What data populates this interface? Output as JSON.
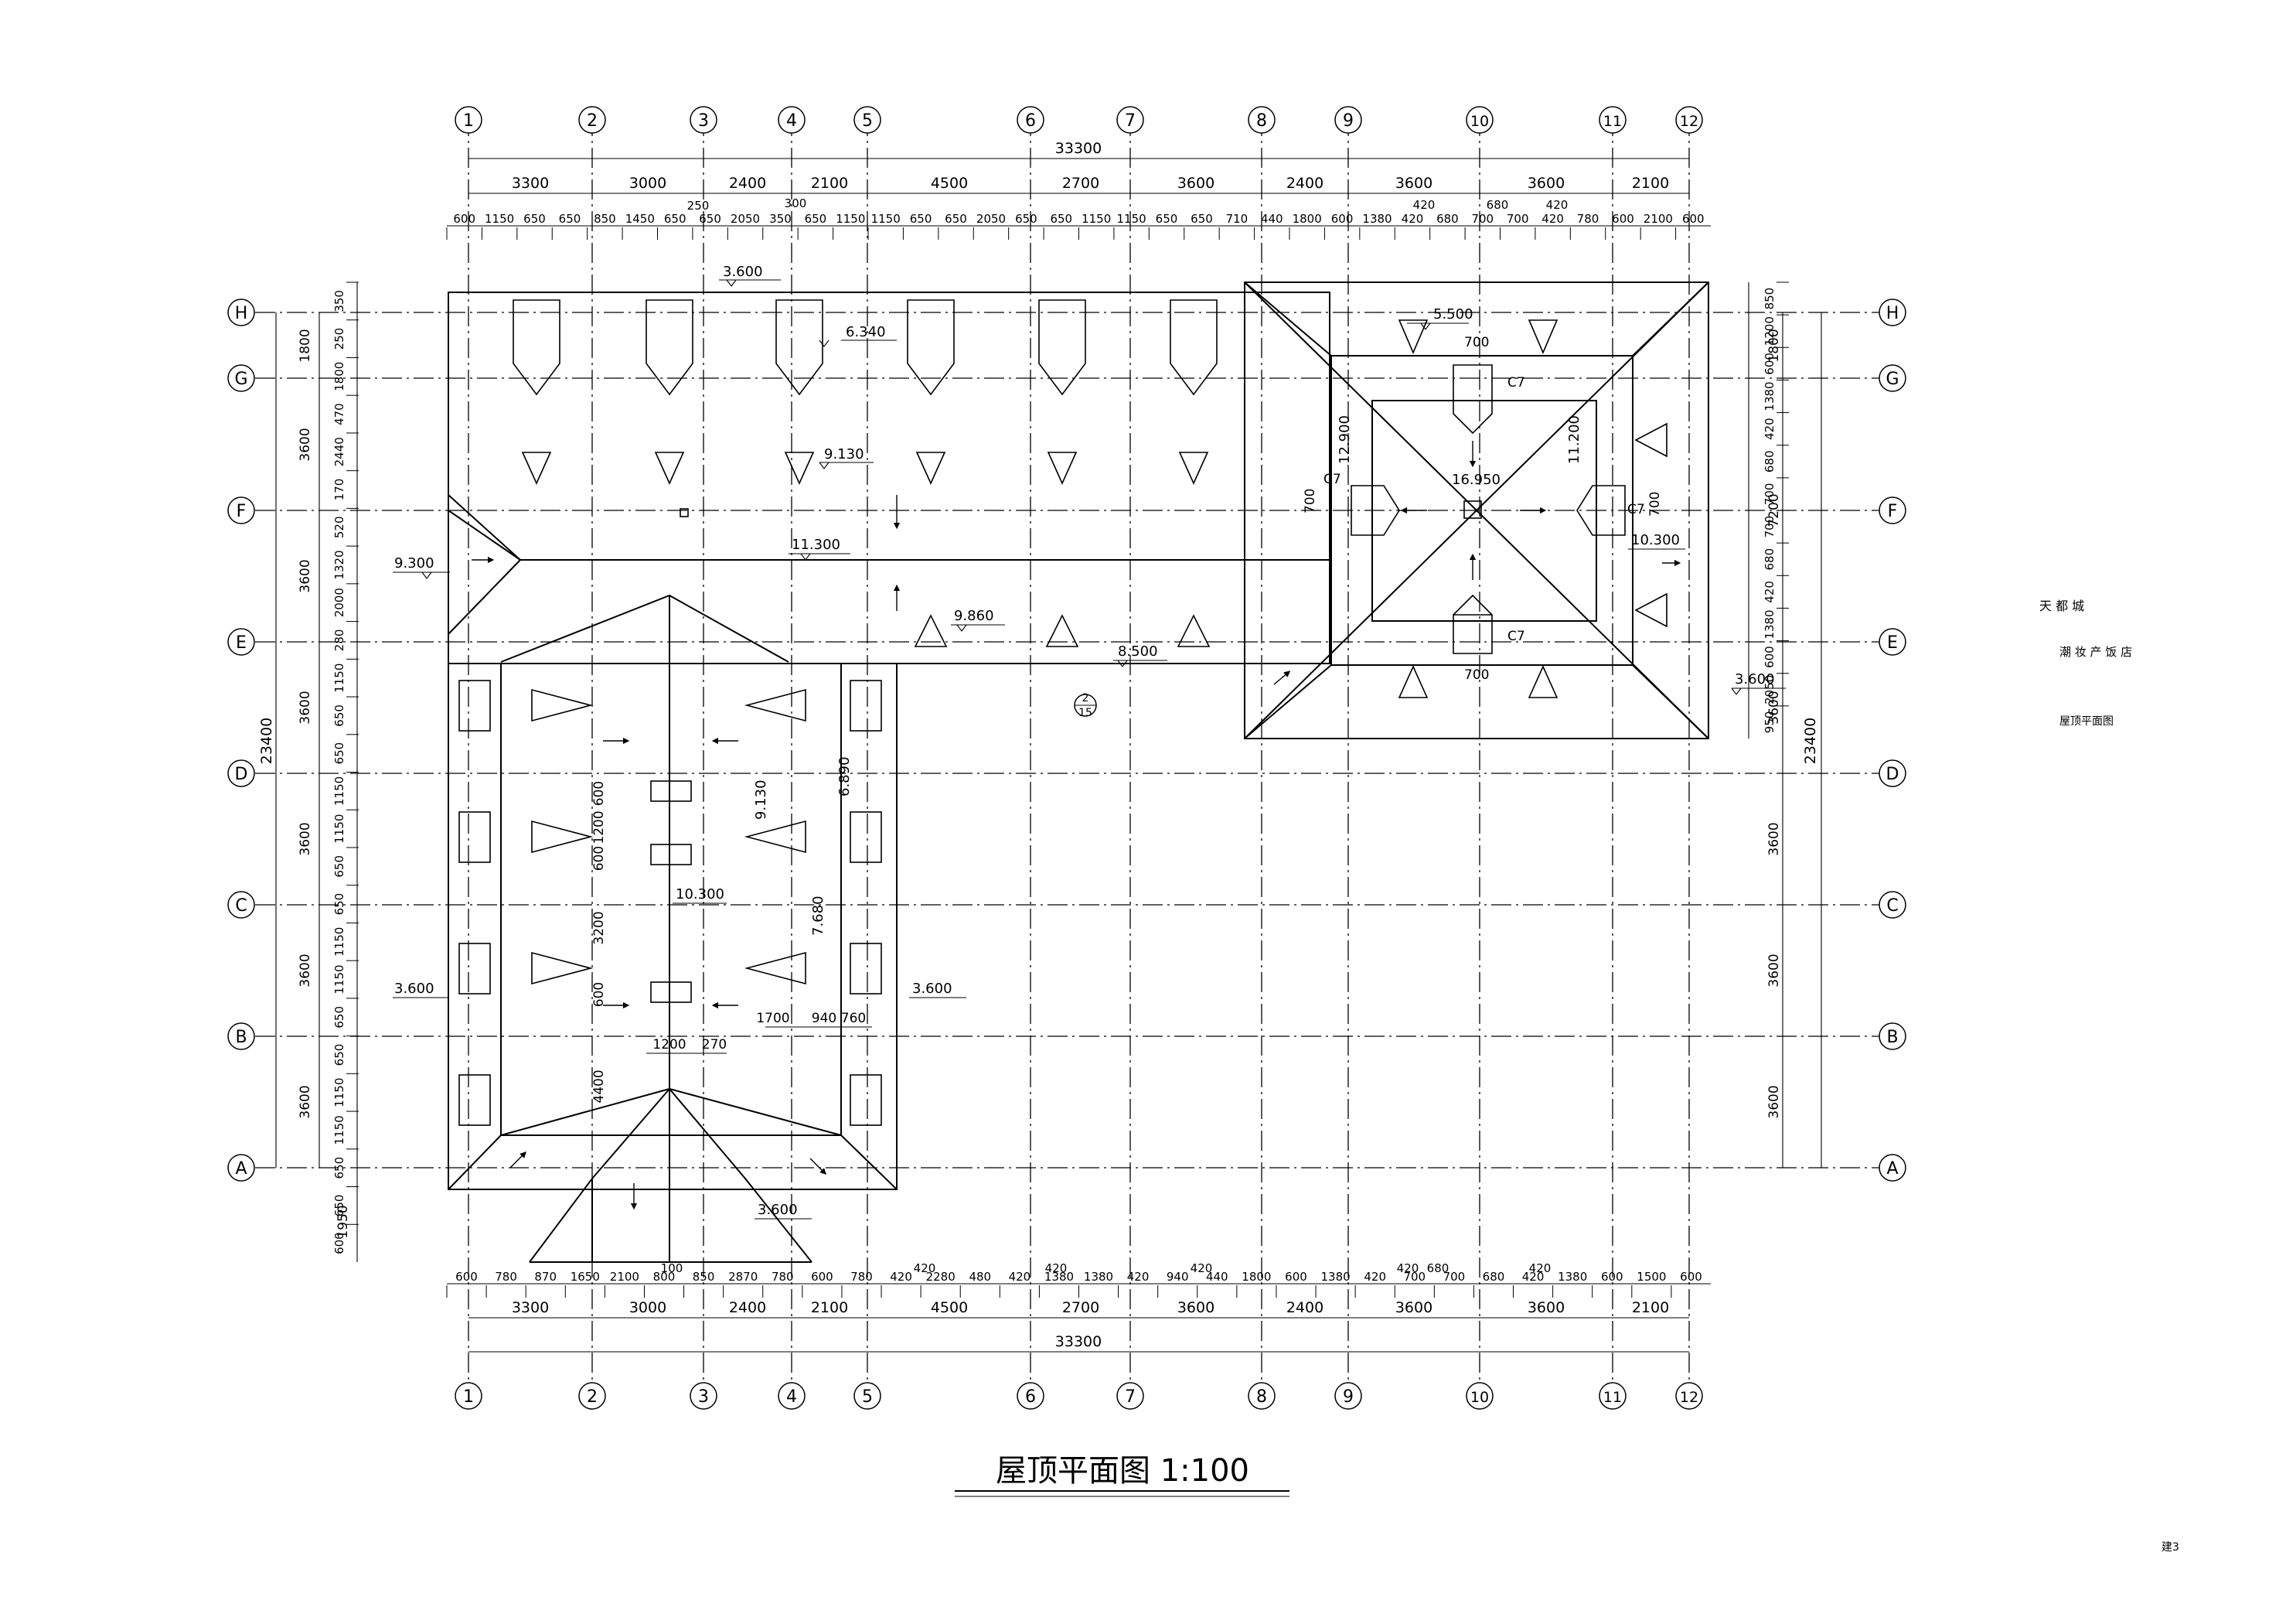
{
  "title": {
    "text": "屋顶平面图 1:100"
  },
  "sheet_no": "建3",
  "side_notes": [
    "天 都 城",
    "潮 妆 产 饭 店",
    "屋顶平面图"
  ],
  "axes": {
    "x": [
      "1",
      "2",
      "3",
      "4",
      "5",
      "6",
      "7",
      "8",
      "9",
      "10",
      "11",
      "12"
    ],
    "y": [
      "A",
      "B",
      "C",
      "D",
      "E",
      "F",
      "G",
      "H"
    ]
  },
  "top": {
    "total": "33300",
    "grid_dims": [
      "3300",
      "3000",
      "2400",
      "2100",
      "4500",
      "2700",
      "3600",
      "2400",
      "3600",
      "3600",
      "2100"
    ],
    "extra": [
      "250",
      "300",
      "420",
      "680",
      "420"
    ],
    "detail": [
      "600",
      "1150",
      "650",
      "650",
      "850",
      "1450",
      "650",
      "650",
      "2050",
      "350",
      "650",
      "1150",
      "1150",
      "650",
      "650",
      "2050",
      "650",
      "650",
      "1150",
      "1150",
      "650",
      "650",
      "710",
      "440",
      "1800",
      "600",
      "1380",
      "420",
      "680",
      "700",
      "700",
      "420",
      "780",
      "600",
      "2100",
      "600"
    ]
  },
  "bottom": {
    "total": "33300",
    "grid_dims": [
      "3300",
      "3000",
      "2400",
      "2100",
      "4500",
      "2700",
      "3600",
      "2400",
      "3600",
      "3600",
      "2100"
    ],
    "extra": [
      "100",
      "420",
      "420",
      "420",
      "420",
      "680",
      "420"
    ],
    "detail": [
      "600",
      "780",
      "870",
      "1650",
      "2100",
      "800",
      "850",
      "2870",
      "780",
      "600",
      "780",
      "420",
      "2280",
      "480",
      "420",
      "1380",
      "1380",
      "420",
      "940",
      "440",
      "1800",
      "600",
      "1380",
      "420",
      "700",
      "700",
      "680",
      "420",
      "1380",
      "600",
      "1500",
      "600"
    ]
  },
  "left": {
    "total": "23400",
    "grid_dims": [
      "1800",
      "3600",
      "3600",
      "3600",
      "3600",
      "3600",
      "3600"
    ],
    "extra": [
      "1950"
    ],
    "detail": [
      "350",
      "250",
      "1800",
      "470",
      "2440",
      "170",
      "520",
      "1320",
      "2000",
      "280",
      "1150",
      "650",
      "650",
      "1150",
      "1150",
      "650",
      "650",
      "1150",
      "1150",
      "650",
      "650",
      "1150",
      "1150",
      "650",
      "650",
      "600"
    ]
  },
  "right": {
    "total": "23400",
    "grid_dims": [
      "1800",
      "7200",
      "3600",
      "3600",
      "3600",
      "3600"
    ],
    "detail": [
      "850",
      "1200",
      "600",
      "1380",
      "420",
      "680",
      "700",
      "700",
      "680",
      "420",
      "1380",
      "600",
      "2050",
      "950"
    ]
  },
  "elevations": [
    "3.600",
    "6.340",
    "9.130",
    "11.300",
    "9.300",
    "9.860",
    "8.500",
    "5.500",
    "12.900",
    "16.950",
    "11.200",
    "10.300",
    "3.600",
    "9.130",
    "6.890",
    "10.300",
    "7.680",
    "3.600",
    "3.600",
    "3.600"
  ],
  "inner_dims": [
    "1700",
    "940",
    "760",
    "1200",
    "270",
    "600",
    "1200",
    "600",
    "600",
    "3200",
    "600",
    "4400"
  ],
  "window_tags": [
    "C7",
    "C7",
    "C7",
    "C7"
  ],
  "window_dims": [
    "700",
    "700",
    "700",
    "700"
  ],
  "callout": {
    "top": "2",
    "bottom": "15"
  }
}
